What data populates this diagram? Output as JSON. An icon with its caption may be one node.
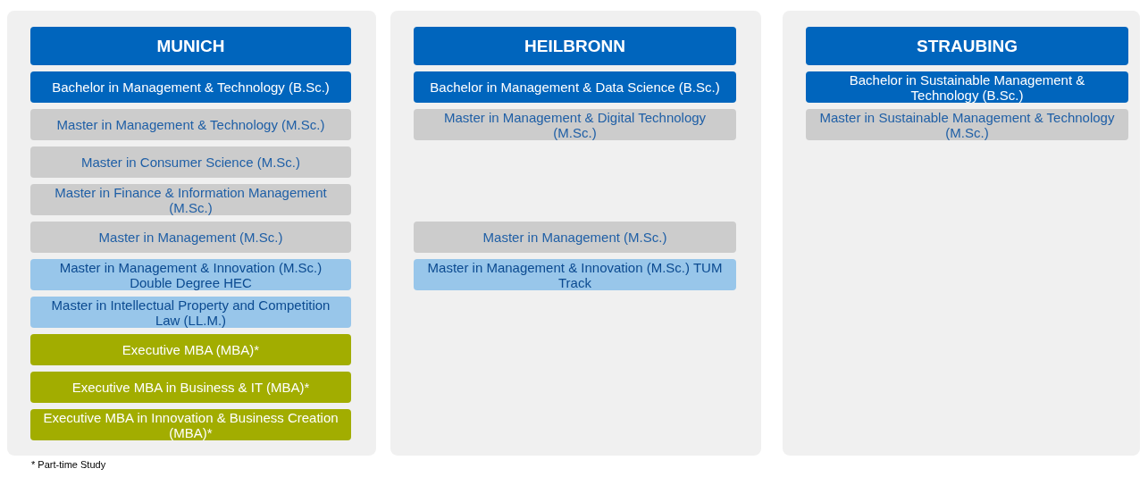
{
  "diagram": {
    "nodes": [
      {
        "text": [],
        "shape": "box"
      },
      {
        "text": [
          "MUNICH"
        ],
        "in": 0
      },
      {
        "text": [
          "Bachelor in Management & Technology (B.Sc.)"
        ],
        "in": 0
      },
      {
        "text": [
          "Master in Management & Technology (M.Sc.)"
        ],
        "in": 0
      },
      {
        "text": [
          "Master in Consumer Science (M.Sc.)"
        ],
        "in": 0
      },
      {
        "text": [
          "Master in Finance & Information Management (M.Sc.)"
        ],
        "in": 0
      },
      {
        "text": [
          "Master in Management (M.Sc.)"
        ],
        "in": 0
      },
      {
        "text": [
          "Master in Management & Innovation (M.Sc.) Double Degree HEC"
        ],
        "in": 0
      },
      {
        "text": [
          "Master in Intellectual Property and Competition Law (LL.M.)"
        ],
        "in": 0
      },
      {
        "text": [
          "Executive MBA (MBA)*"
        ],
        "in": 0
      },
      {
        "text": [
          "Executive MBA in Business & IT (MBA)*"
        ],
        "in": 0
      },
      {
        "text": [
          "Executive MBA in Innovation & Business Creation (MBA)*"
        ],
        "in": 0
      },
      {
        "text": [],
        "shape": "box"
      },
      {
        "text": [
          "HEILBRONN"
        ],
        "in": 12
      },
      {
        "text": [
          "Bachelor in Management & Data Science (B.Sc.)"
        ],
        "in": 12
      },
      {
        "text": [
          "Master in Management & Digital Technology (M.Sc.)"
        ],
        "in": 12
      },
      {
        "text": [
          "Master in Management (M.Sc.)"
        ],
        "in": 12
      },
      {
        "text": [
          "Master in Management & Innovation (M.Sc.) TUM Track"
        ],
        "in": 12
      },
      {
        "text": [],
        "shape": "box"
      },
      {
        "text": [
          "STRAUBING"
        ],
        "in": 18
      },
      {
        "text": [
          "Bachelor in Sustainable Management & Technology (B.Sc.)"
        ],
        "in": 18
      },
      {
        "text": [
          "Master in Sustainable Management & Technology (M.Sc.)"
        ],
        "in": 18
      }
    ],
    "labels": [
      "* Part-time Study"
    ]
  }
}
